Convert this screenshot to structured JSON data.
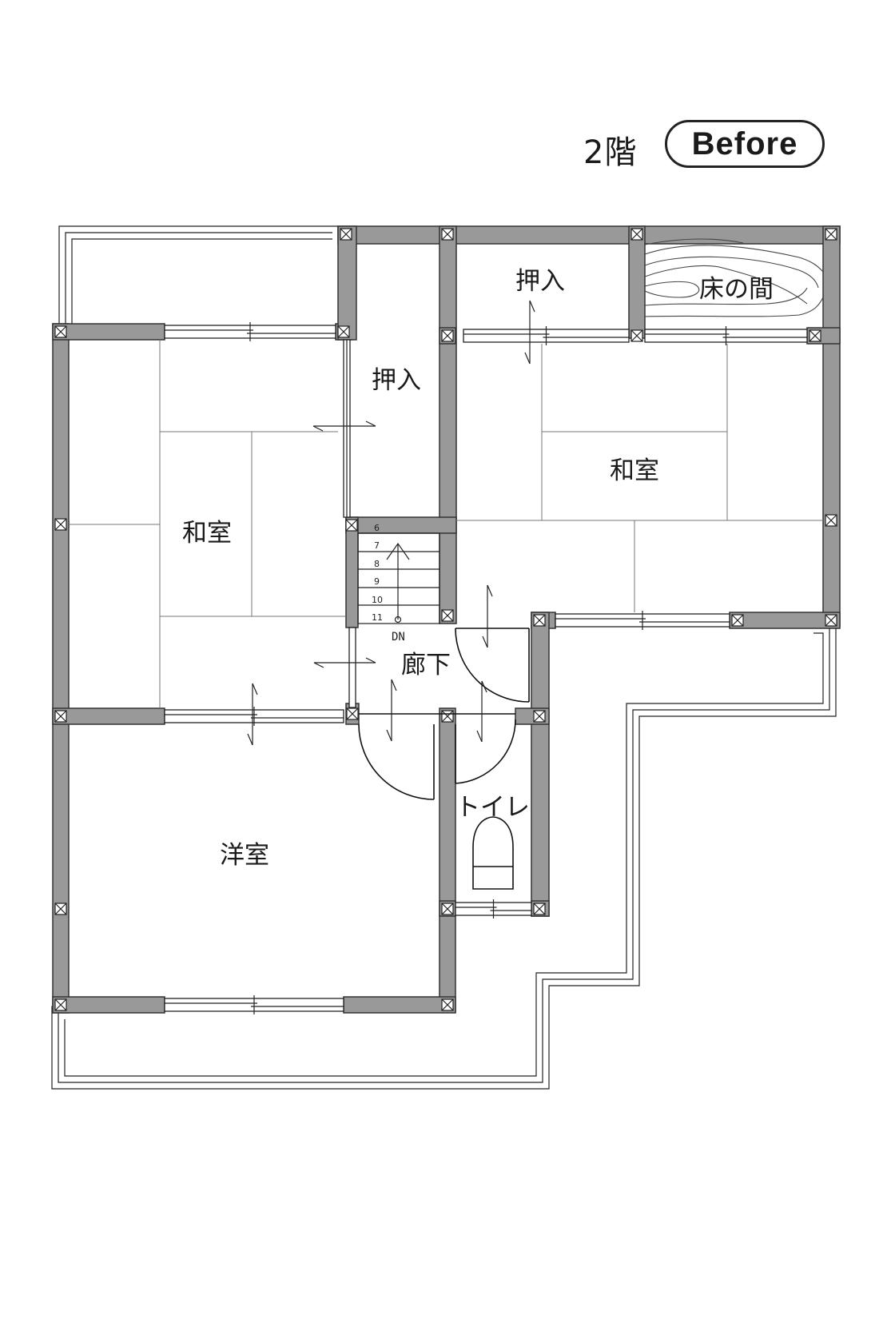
{
  "header": {
    "floor": "2階",
    "badge": "Before"
  },
  "rooms": {
    "washitsu_left": "和室",
    "oshiire_center": "押入",
    "oshiire_top": "押入",
    "tokonoma": "床の間",
    "washitsu_right": "和室",
    "corridor": "廊下",
    "toilet": "トイレ",
    "yoshitsu": "洋室"
  },
  "stairs": {
    "steps": [
      "6",
      "7",
      "8",
      "9",
      "10",
      "11"
    ],
    "direction": "DN"
  },
  "colors": {
    "wall": "#999999",
    "line": "#222222",
    "background": "#ffffff"
  }
}
